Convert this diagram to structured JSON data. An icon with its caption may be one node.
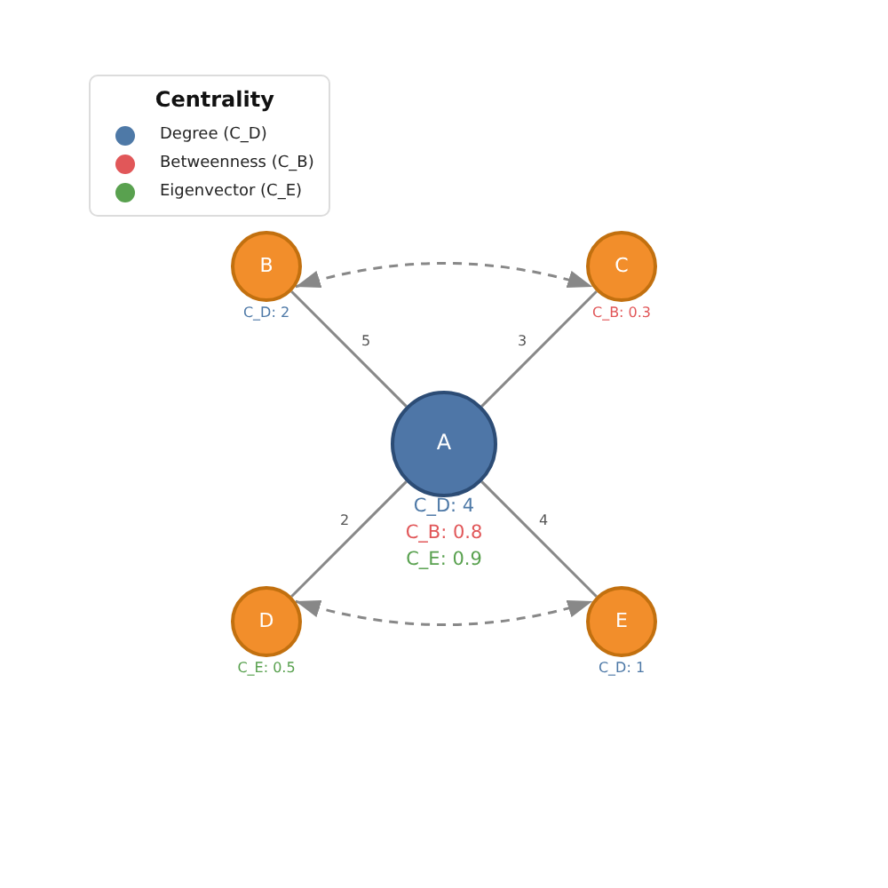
{
  "diagram": {
    "nodes": [
      {
        "text": [
          "B"
        ],
        "beside": [
          "C_D: 2"
        ]
      },
      {
        "text": [
          "C"
        ],
        "beside": [
          "C_B: 0.3"
        ]
      },
      {
        "text": [
          "A"
        ],
        "beside": [
          "C_D: 4",
          "C_B: 0.8",
          "C_E: 0.9"
        ]
      },
      {
        "text": [
          "D"
        ],
        "beside": [
          "C_E: 0.5"
        ]
      },
      {
        "text": [
          "E"
        ],
        "beside": [
          "C_D: 1"
        ]
      }
    ],
    "edges": [
      {
        "from": 2,
        "to": 0,
        "arrow": "none",
        "label": "5"
      },
      {
        "from": 2,
        "to": 1,
        "arrow": "none",
        "label": "3"
      },
      {
        "from": 2,
        "to": 3,
        "arrow": "none",
        "label": "2"
      },
      {
        "from": 2,
        "to": 4,
        "arrow": "none",
        "label": "4"
      },
      {
        "from": 0,
        "to": 1,
        "arrow": "both",
        "style": "dashed"
      },
      {
        "from": 3,
        "to": 4,
        "arrow": "both",
        "style": "dashed"
      }
    ],
    "labels": [
      "Centrality"
    ],
    "legend": [
      {
        "text": "Degree (C_D)",
        "color": "#4e79a7"
      },
      {
        "text": "Betweenness (C_B)",
        "color": "#e15759"
      },
      {
        "text": "Eigenvector (C_E)",
        "color": "#59a14f"
      }
    ]
  }
}
